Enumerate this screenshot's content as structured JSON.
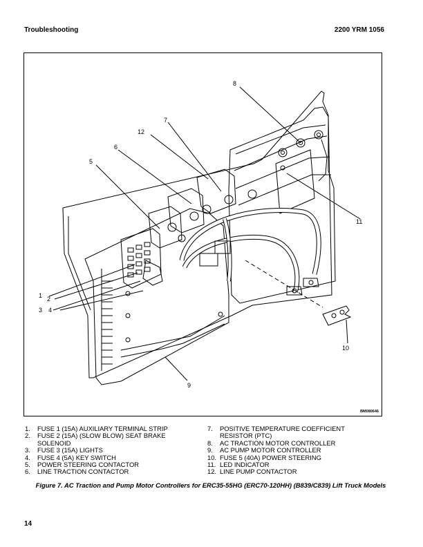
{
  "header": {
    "section": "Troubleshooting",
    "doc_number": "2200 YRM 1056"
  },
  "figure": {
    "code": "BM080646",
    "callouts": [
      "1",
      "2",
      "3",
      "4",
      "5",
      "6",
      "7",
      "8",
      "9",
      "10",
      "11",
      "12"
    ]
  },
  "legend": {
    "left": [
      {
        "num": "1.",
        "text": "FUSE 1 (15A) AUXILIARY TERMINAL STRIP"
      },
      {
        "num": "2.",
        "text": "FUSE 2 (15A) (SLOW BLOW) SEAT BRAKE SOLENOID"
      },
      {
        "num": "3.",
        "text": "FUSE 3 (15A) LIGHTS"
      },
      {
        "num": "4.",
        "text": "FUSE 4 (5A) KEY SWITCH"
      },
      {
        "num": "5.",
        "text": "POWER STEERING CONTACTOR"
      },
      {
        "num": "6.",
        "text": "LINE TRACTION CONTACTOR"
      }
    ],
    "right": [
      {
        "num": "7.",
        "text": "POSITIVE TEMPERATURE COEFFICIENT RESISTOR (PTC)"
      },
      {
        "num": "8.",
        "text": "AC TRACTION MOTOR CONTROLLER"
      },
      {
        "num": "9.",
        "text": "AC PUMP MOTOR CONTROLLER"
      },
      {
        "num": "10.",
        "text": "FUSE 5 (40A) POWER STEERING"
      },
      {
        "num": "11.",
        "text": "LED INDICATOR"
      },
      {
        "num": "12.",
        "text": "LINE PUMP CONTACTOR"
      }
    ]
  },
  "caption": "Figure 7. AC Traction and Pump Motor Controllers for ERC35-55HG (ERC70-120HH) (B839/C839) Lift Truck Models",
  "page_number": "14"
}
